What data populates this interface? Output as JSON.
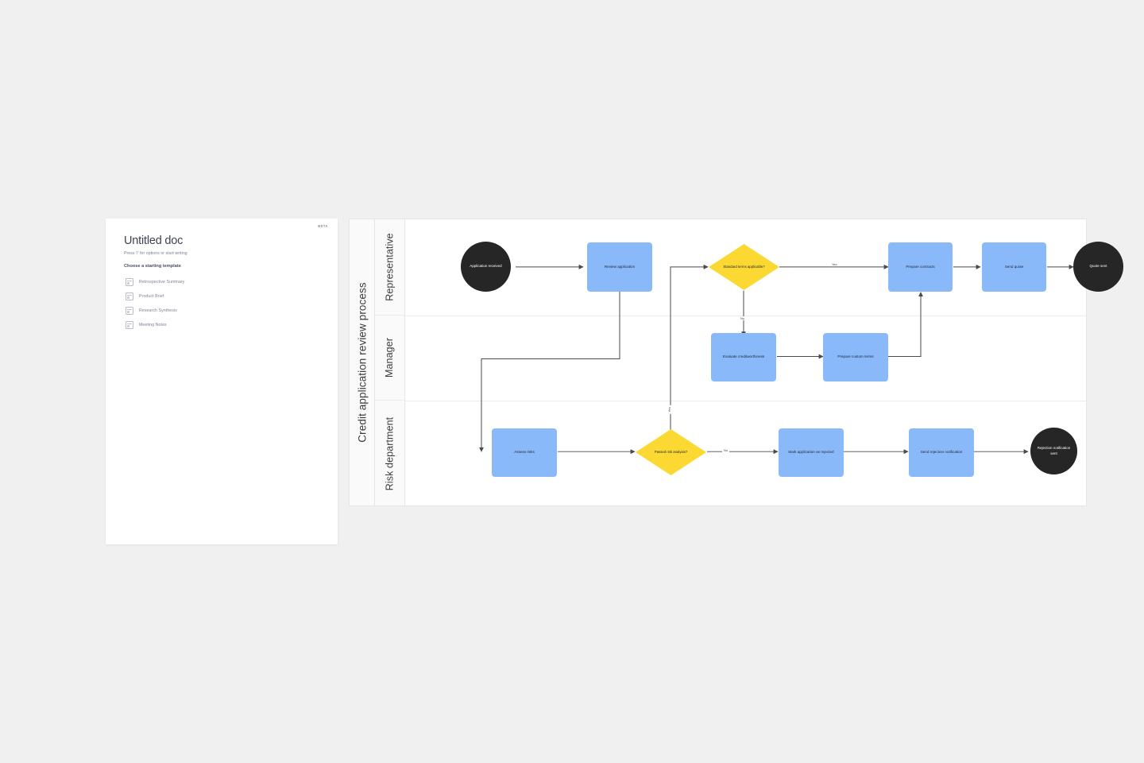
{
  "doc_card": {
    "badge": "BETA",
    "title": "Untitled doc",
    "subtitle": "Press '/' for options or start writing",
    "section_title": "Choose a starting template",
    "templates": [
      {
        "label": "Retrospective Summary",
        "icon": "template-icon"
      },
      {
        "label": "Product Brief",
        "icon": "template-icon"
      },
      {
        "label": "Research Synthesis",
        "icon": "template-icon"
      },
      {
        "label": "Meeting Notes",
        "icon": "template-icon"
      }
    ]
  },
  "diagram": {
    "title": "Credit application review process",
    "lanes": [
      {
        "label": "Representative"
      },
      {
        "label": "Manager"
      },
      {
        "label": "Risk department"
      }
    ],
    "colors": {
      "process": "#8ab9fa",
      "decision": "#fcd833",
      "terminator": "#262626",
      "canvas": "#ffffff",
      "lane_header": "#fafafa",
      "connector": "#4a4a4a"
    },
    "nodes": [
      {
        "id": "application-received",
        "label": "Application received",
        "shape": "circle",
        "lane": "Representative"
      },
      {
        "id": "review-application",
        "label": "Review application",
        "shape": "rect",
        "lane": "Representative"
      },
      {
        "id": "standard-terms-applicable",
        "label": "Standard terms applicable?",
        "shape": "diamond",
        "lane": "Representative"
      },
      {
        "id": "prepare-contracts",
        "label": "Prepare contracts",
        "shape": "rect",
        "lane": "Representative"
      },
      {
        "id": "send-quote",
        "label": "Send quote",
        "shape": "rect",
        "lane": "Representative"
      },
      {
        "id": "quote-sent",
        "label": "Quote sent",
        "shape": "circle",
        "lane": "Representative"
      },
      {
        "id": "evaluate-creditworthiness",
        "label": "Evaluate creditworthiness",
        "shape": "rect",
        "lane": "Manager"
      },
      {
        "id": "prepare-custom-terms",
        "label": "Prepare custom terms",
        "shape": "rect",
        "lane": "Manager"
      },
      {
        "id": "assess-risks",
        "label": "Assess risks",
        "shape": "rect",
        "lane": "Risk department"
      },
      {
        "id": "passed-risk-analysis",
        "label": "Passed risk analysis?",
        "shape": "diamond",
        "lane": "Risk department"
      },
      {
        "id": "mark-application-rejected",
        "label": "Mark application as rejected",
        "shape": "rect",
        "lane": "Risk department"
      },
      {
        "id": "send-rejection-notification",
        "label": "Send rejection notification",
        "shape": "rect",
        "lane": "Risk department"
      },
      {
        "id": "rejection-notification-sent",
        "label": "Rejection notification sent",
        "shape": "circle",
        "lane": "Risk department"
      }
    ],
    "edge_labels": {
      "standard_terms_yes": "Yes",
      "standard_terms_no": "No",
      "risk_passed_yes": "Yes",
      "risk_passed_no": "No"
    }
  }
}
